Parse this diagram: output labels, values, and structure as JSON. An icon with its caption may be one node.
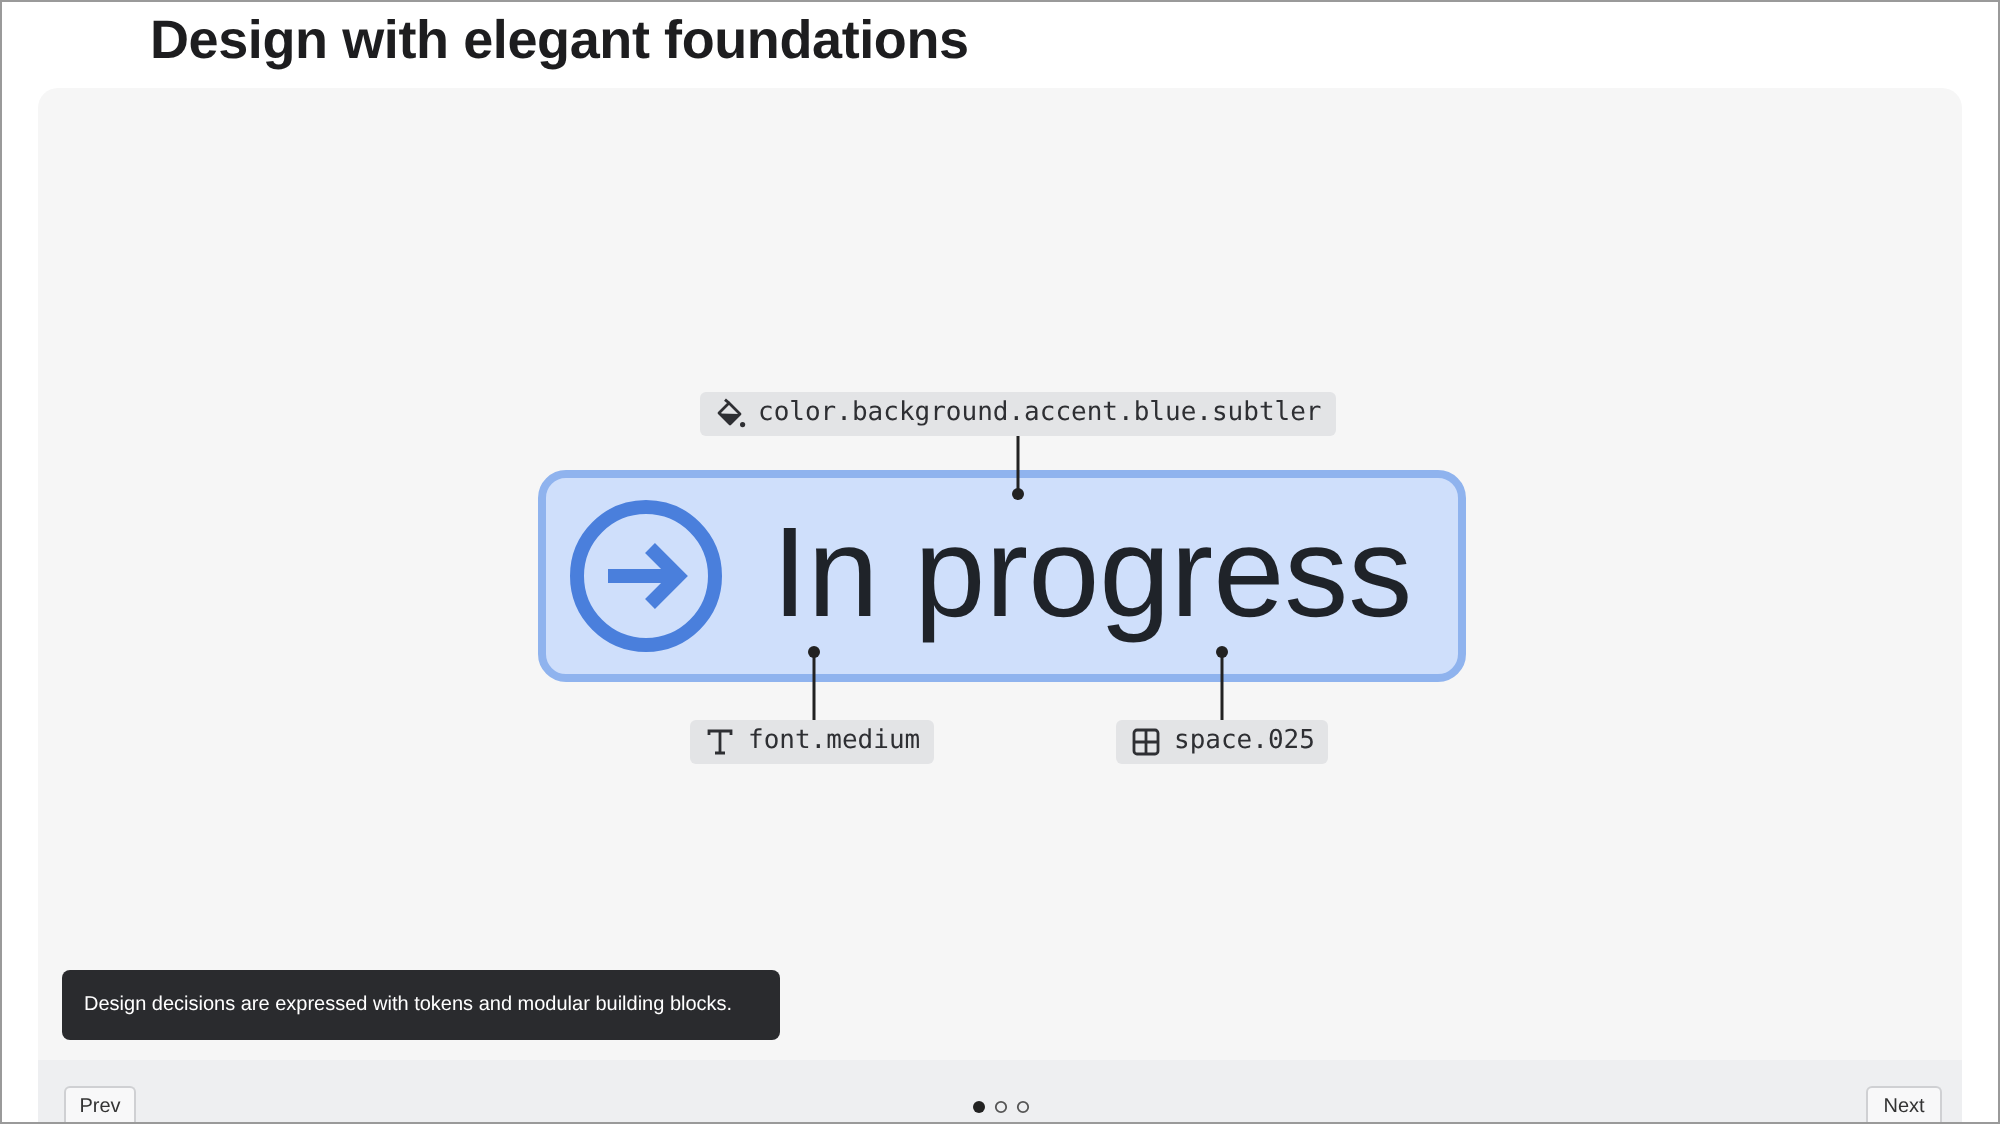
{
  "diagram": {
    "title": "Design with elegant foundations",
    "caption": "Design decisions are expressed with tokens and modular building blocks.",
    "nodes": [
      {
        "text": [
          "color.background.accent.blue.subtler"
        ]
      },
      {
        "text": [
          "In progress"
        ]
      },
      {
        "text": [
          "font.medium"
        ]
      },
      {
        "text": [
          "space.025"
        ]
      }
    ],
    "edges": [
      {
        "from": 0,
        "to": 1,
        "arrow": "other"
      },
      {
        "from": 2,
        "to": 1,
        "arrow": "other"
      },
      {
        "from": 3,
        "to": 1,
        "arrow": "other"
      }
    ],
    "labels": [
      "Prev",
      "Next"
    ]
  }
}
